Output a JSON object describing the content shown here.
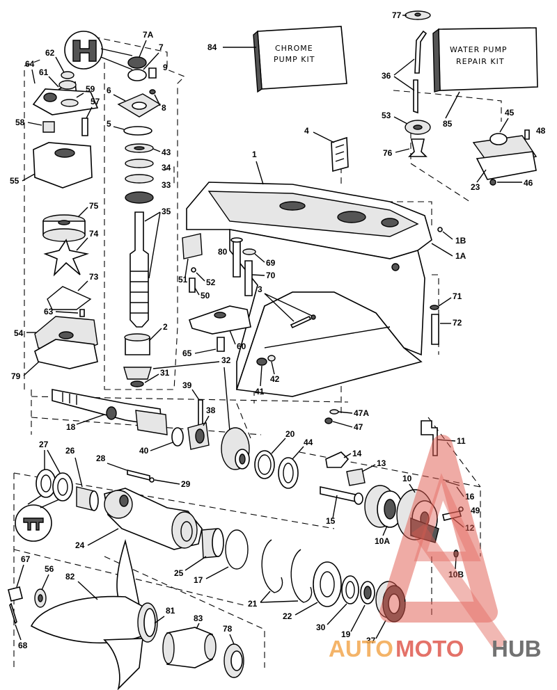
{
  "kits": {
    "chrome": {
      "line1": "CHROME",
      "line2": "PUMP KIT",
      "ref": "84"
    },
    "water": {
      "line1": "WATER PUMP",
      "line2": "REPAIR KIT",
      "ref": "85"
    }
  },
  "labels": {
    "l77": "77",
    "l36": "36",
    "l53": "53",
    "l76": "76",
    "l45": "45",
    "l48": "48",
    "l23": "23",
    "l46": "46",
    "l4": "4",
    "l1": "1",
    "l1B": "1B",
    "l1A": "1A",
    "l7A": "7A",
    "l7": "7",
    "l9": "9",
    "l8": "8",
    "l6": "6",
    "l5": "5",
    "l43": "43",
    "l34": "34",
    "l33": "33",
    "l35": "35",
    "l2": "2",
    "l32": "32",
    "l31": "31",
    "l62": "62",
    "l64": "64",
    "l61": "61",
    "l59": "59",
    "l57": "57",
    "l58": "58",
    "l55": "55",
    "l75": "75",
    "l74": "74",
    "l73": "73",
    "l63": "63",
    "l54": "54",
    "l79": "79",
    "l80": "80",
    "l69": "69",
    "l70": "70",
    "l51": "51",
    "l52": "52",
    "l50": "50",
    "l3": "3",
    "l60": "60",
    "l65": "65",
    "l71": "71",
    "l72": "72",
    "l41": "41",
    "l42": "42",
    "l47A": "47A",
    "l47": "47",
    "l39": "39",
    "l38": "38",
    "l18": "18",
    "l40": "40",
    "l20": "20",
    "l44": "44",
    "l11": "11",
    "l14": "14",
    "l13": "13",
    "l10": "10",
    "l16": "16",
    "l49": "49",
    "l12": "12",
    "l15": "15",
    "l10A": "10A",
    "l10B": "10B",
    "l27": "27",
    "l26": "26",
    "l28": "28",
    "l29": "29",
    "l24": "24",
    "l25": "25",
    "l17": "17",
    "l21": "21",
    "l22": "22",
    "l30": "30",
    "l19": "19",
    "l37": "37",
    "l67": "67",
    "l56": "56",
    "l82": "82",
    "l68": "68",
    "l81": "81",
    "l83": "83",
    "l78": "78"
  },
  "watermark": {
    "part1": "AUTO",
    "part2": "MOTO",
    "part3": "HUB"
  },
  "colors": {
    "line": "#000000",
    "logo_orange": "#f3a84f",
    "logo_red": "#e05a4f",
    "logo_gray": "#5a5a5a"
  }
}
